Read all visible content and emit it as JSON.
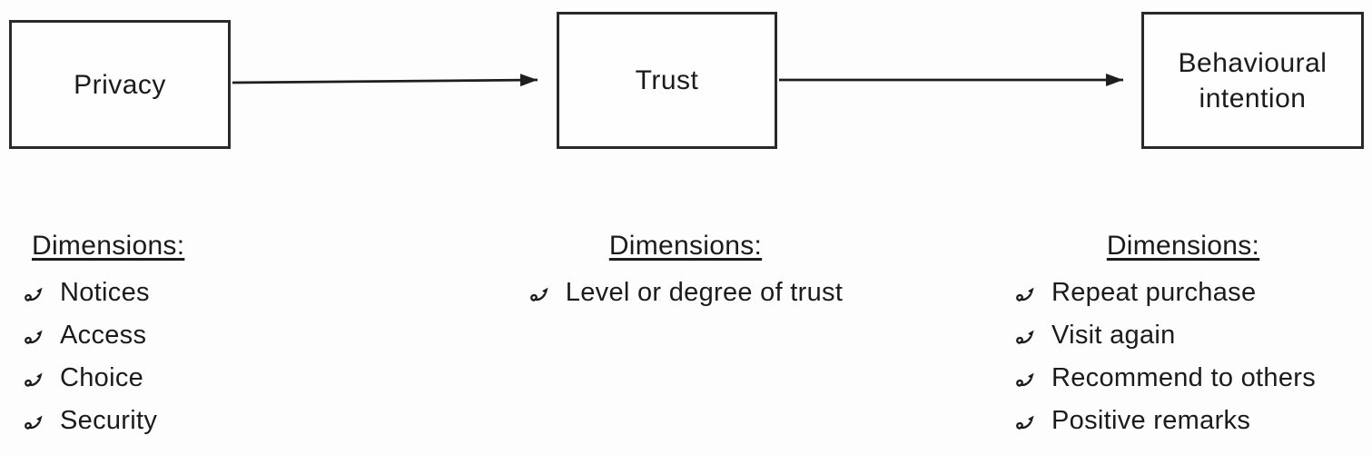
{
  "diagram": {
    "nodes": [
      {
        "label": "Privacy"
      },
      {
        "label": "Trust"
      },
      {
        "label": "Behavioural intention"
      }
    ],
    "connections": [
      {
        "from": "Privacy",
        "to": "Trust"
      },
      {
        "from": "Trust",
        "to": "Behavioural intention"
      }
    ],
    "sections": [
      {
        "heading": "Dimensions:",
        "items": [
          "Notices",
          "Access",
          "Choice",
          "Security"
        ]
      },
      {
        "heading": "Dimensions:",
        "items": [
          "Level or degree of trust"
        ]
      },
      {
        "heading": "Dimensions:",
        "items": [
          "Repeat purchase",
          "Visit again",
          "Recommend to others",
          "Positive remarks"
        ]
      }
    ],
    "bullet_icon": "curved-arrow-bullet",
    "colors": {
      "text": "#1b1b1b",
      "box_border": "#2a2a2a",
      "arrow": "#1e1e1e",
      "background": "#fdfdfd"
    }
  }
}
